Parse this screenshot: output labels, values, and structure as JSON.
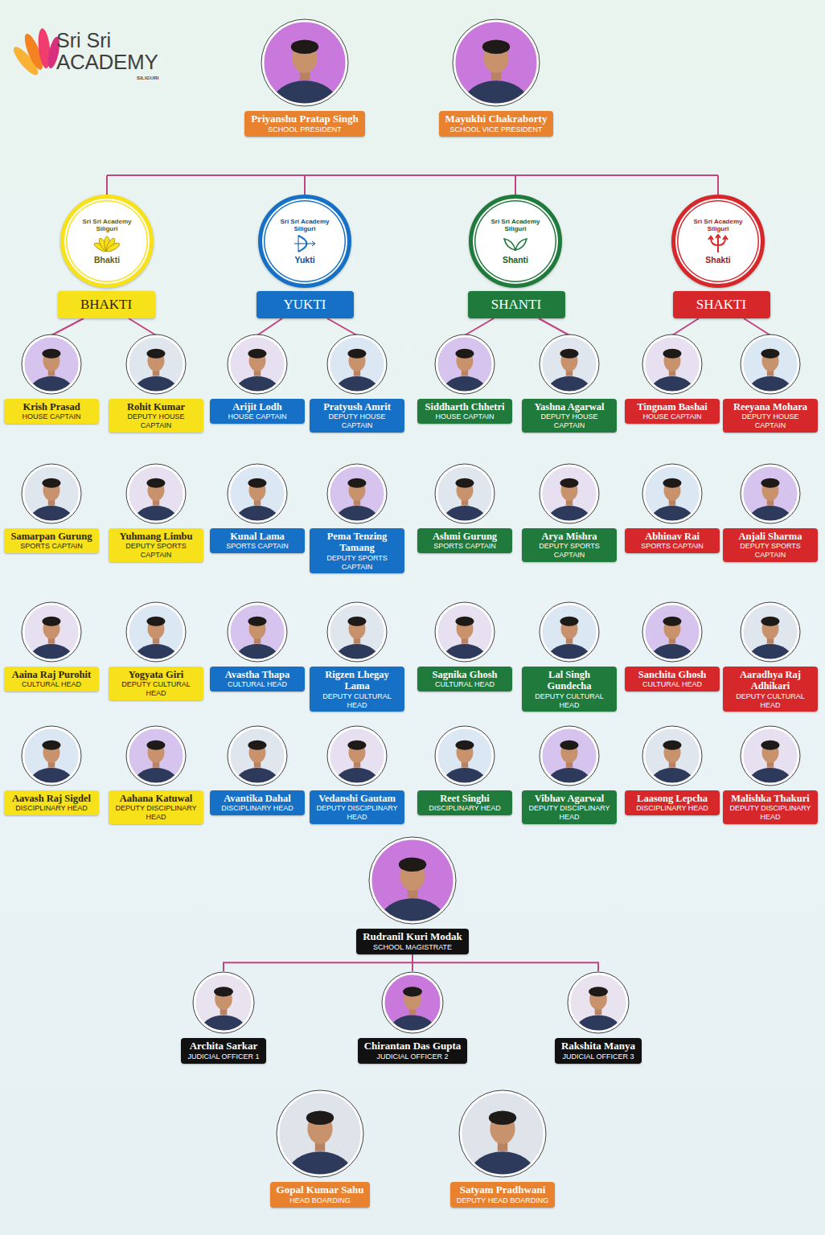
{
  "diagram": {
    "nodes": [
      {
        "text": [
          "Priyanshu Pratap Singh",
          "SCHOOL PRESIDENT"
        ]
      },
      {
        "text": [
          "Mayukhi Chakraborty",
          "SCHOOL VICE PRESIDENT"
        ]
      },
      {
        "text": [
          "Sri Sri Academy Siliguri",
          "Bhakti"
        ]
      },
      {
        "text": [
          "Sri Sri Academy Siliguri",
          "Yukti"
        ]
      },
      {
        "text": [
          "Sri Sri Academy Siliguri",
          "Shanti"
        ]
      },
      {
        "text": [
          "Sri Sri Academy Siliguri",
          "Shakti"
        ]
      },
      {
        "text": [
          "BHAKTI"
        ]
      },
      {
        "text": [
          "YUKTI"
        ]
      },
      {
        "text": [
          "SHANTI"
        ]
      },
      {
        "text": [
          "SHAKTI"
        ]
      },
      {
        "text": [
          "Krish Prasad",
          "HOUSE CAPTAIN"
        ]
      },
      {
        "text": [
          "Rohit Kumar",
          "DEPUTY HOUSE CAPTAIN"
        ]
      },
      {
        "text": [
          "Arijit Lodh",
          "HOUSE CAPTAIN"
        ]
      },
      {
        "text": [
          "Pratyush Amrit",
          "DEPUTY HOUSE CAPTAIN"
        ]
      },
      {
        "text": [
          "Siddharth Chhetri",
          "HOUSE CAPTAIN"
        ]
      },
      {
        "text": [
          "Yashna Agarwal",
          "DEPUTY HOUSE CAPTAIN"
        ]
      },
      {
        "text": [
          "Tingnam Bashai",
          "HOUSE CAPTAIN"
        ]
      },
      {
        "text": [
          "Reeyana Mohara",
          "DEPUTY HOUSE CAPTAIN"
        ]
      },
      {
        "text": [
          "Samarpan Gurung",
          "SPORTS CAPTAIN"
        ]
      },
      {
        "text": [
          "Yuhmang Limbu",
          "DEPUTY SPORTS CAPTAIN"
        ]
      },
      {
        "text": [
          "Kunal Lama",
          "SPORTS CAPTAIN"
        ]
      },
      {
        "text": [
          "Pema Tenzing Tamang",
          "DEPUTY SPORTS CAPTAIN"
        ]
      },
      {
        "text": [
          "Ashmi Gurung",
          "SPORTS CAPTAIN"
        ]
      },
      {
        "text": [
          "Arya Mishra",
          "DEPUTY SPORTS CAPTAIN"
        ]
      },
      {
        "text": [
          "Abhinav Rai",
          "SPORTS CAPTAIN"
        ]
      },
      {
        "text": [
          "Anjali Sharma",
          "DEPUTY SPORTS CAPTAIN"
        ]
      },
      {
        "text": [
          "Aaina Raj Purohit",
          "CULTURAL HEAD"
        ]
      },
      {
        "text": [
          "Yogyata Giri",
          "DEPUTY CULTURAL HEAD"
        ]
      },
      {
        "text": [
          "Avastha Thapa",
          "CULTURAL HEAD"
        ]
      },
      {
        "text": [
          "Rigzen Lhegay Lama",
          "DEPUTY CULTURAL HEAD"
        ]
      },
      {
        "text": [
          "Sagnika Ghosh",
          "CULTURAL HEAD"
        ]
      },
      {
        "text": [
          "Lal Singh Gundecha",
          "DEPUTY CULTURAL HEAD"
        ]
      },
      {
        "text": [
          "Sanchita Ghosh",
          "CULTURAL HEAD"
        ]
      },
      {
        "text": [
          "Aaradhya Raj Adhikari",
          "DEPUTY CULTURAL HEAD"
        ]
      },
      {
        "text": [
          "Aavash Raj Sigdel",
          "DISCIPLINARY HEAD"
        ]
      },
      {
        "text": [
          "Aahana Katuwal",
          "DEPUTY DISCIPLINARY HEAD"
        ]
      },
      {
        "text": [
          "Avantika Dahal",
          "DISCIPLINARY HEAD"
        ]
      },
      {
        "text": [
          "Vedanshi Gautam",
          "DEPUTY DISCIPLINARY HEAD"
        ]
      },
      {
        "text": [
          "Reet Singhi",
          "DISCIPLINARY HEAD"
        ]
      },
      {
        "text": [
          "Vibhav Agarwal",
          "DEPUTY DISCIPLINARY HEAD"
        ]
      },
      {
        "text": [
          "Laasong Lepcha",
          "DISCIPLINARY HEAD"
        ]
      },
      {
        "text": [
          "Malishka Thakuri",
          "DEPUTY DISCIPLINARY HEAD"
        ]
      },
      {
        "text": [
          "Rudranil Kuri Modak",
          "SCHOOL MAGISTRATE"
        ]
      },
      {
        "text": [
          "Archita Sarkar",
          "JUDICIAL OFFICER 1"
        ]
      },
      {
        "text": [
          "Chirantan Das Gupta",
          "JUDICIAL OFFICER 2"
        ]
      },
      {
        "text": [
          "Rakshita Manya",
          "JUDICIAL OFFICER 3"
        ]
      },
      {
        "text": [
          "Gopal Kumar Sahu",
          "HEAD BOARDING"
        ]
      },
      {
        "text": [
          "Satyam Pradhwani",
          "DEPUTY HEAD BOARDING"
        ]
      }
    ],
    "edges": [
      {
        "from": 6,
        "to": 10,
        "arrow": "none"
      },
      {
        "from": 6,
        "to": 11,
        "arrow": "none"
      },
      {
        "from": 7,
        "to": 12,
        "arrow": "none"
      },
      {
        "from": 7,
        "to": 13,
        "arrow": "none"
      },
      {
        "from": 8,
        "to": 14,
        "arrow": "none"
      },
      {
        "from": 8,
        "to": 15,
        "arrow": "none"
      },
      {
        "from": 9,
        "to": 16,
        "arrow": "none"
      },
      {
        "from": 9,
        "to": 17,
        "arrow": "none"
      },
      {
        "from": 42,
        "to": 43,
        "arrow": "none"
      },
      {
        "from": 42,
        "to": 44,
        "arrow": "none"
      },
      {
        "from": 42,
        "to": 45,
        "arrow": "none"
      }
    ],
    "labels": [
      "Sri Sri",
      "ACADEMY",
      "SILIGURI"
    ]
  }
}
